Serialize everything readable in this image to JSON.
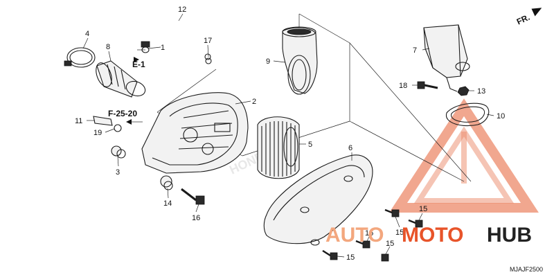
{
  "callouts": {
    "c1": "1",
    "c2": "2",
    "c3": "3",
    "c4": "4",
    "c5": "5",
    "c6": "6",
    "c7": "7",
    "c8": "8",
    "c9": "9",
    "c10": "10",
    "c11": "11",
    "c12": "12",
    "c13": "13",
    "c14": "14",
    "c15a": "15",
    "c15b": "15",
    "c15c": "15",
    "c15d": "15",
    "c15e": "15",
    "c16": "16",
    "c17": "17",
    "c18": "18",
    "c19": "19"
  },
  "references": {
    "e1": "E-1",
    "f2520": "F-25-20"
  },
  "direction_label": "FR.",
  "diagram_code": "MJAJF2500",
  "emboss_text": "HONDA",
  "watermark": {
    "auto": "AUTO",
    "moto": "MOTO",
    "hub": "HUB",
    "color_primary": "#e8542a",
    "color_light": "#f3a77e"
  }
}
